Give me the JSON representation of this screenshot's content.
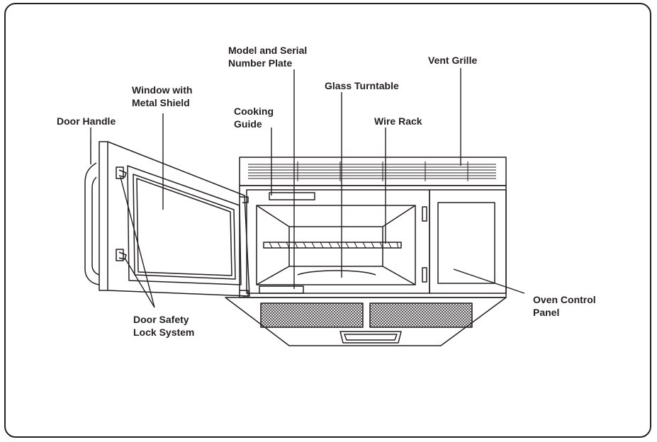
{
  "labels": {
    "door_handle": "Door Handle",
    "window": "Window with\nMetal Shield",
    "model_plate": "Model and Serial\nNumber Plate",
    "cooking_guide": "Cooking\nGuide",
    "glass_turntable": "Glass Turntable",
    "wire_rack": "Wire Rack",
    "vent_grille": "Vent Grille",
    "door_safety": "Door Safety\nLock System",
    "control_panel": "Oven Control\nPanel"
  }
}
